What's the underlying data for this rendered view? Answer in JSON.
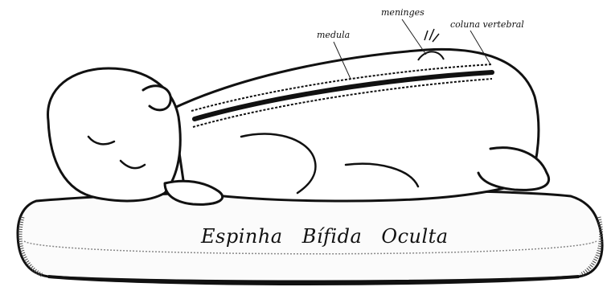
{
  "labels": {
    "medula": "medula",
    "meninges": "meninges",
    "coluna": "coluna vertebral"
  },
  "caption": "Espinha Bífida Oculta"
}
